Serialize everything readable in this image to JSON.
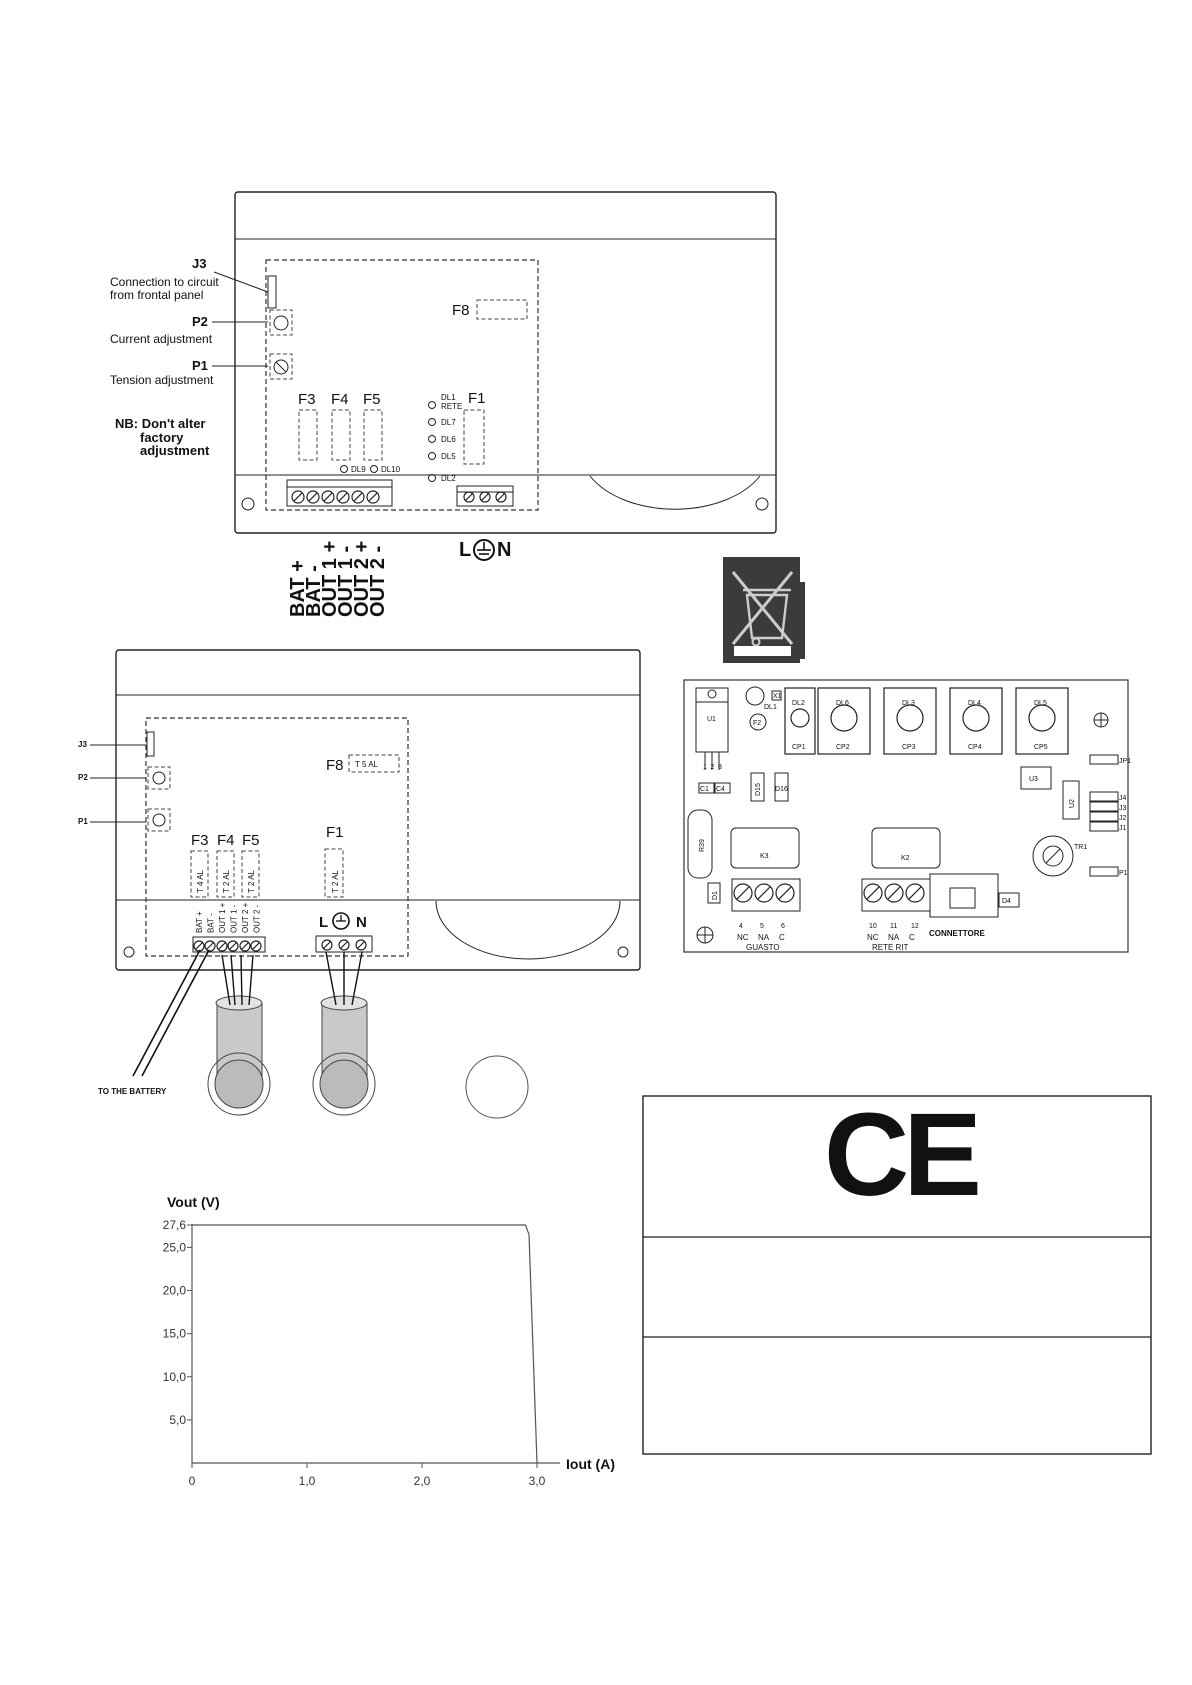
{
  "top_diagram": {
    "j3": {
      "code": "J3",
      "desc_line1": "Connection to circuit",
      "desc_line2": "from frontal panel"
    },
    "p2": {
      "code": "P2",
      "desc": "Current adjustment"
    },
    "p1": {
      "code": "P1",
      "desc": "Tension adjustment"
    },
    "nb": {
      "line1": "NB: Don't alter",
      "line2": "factory",
      "line3": "adjustment"
    },
    "fuses": {
      "f8": "F8",
      "f3": "F3",
      "f4": "F4",
      "f5": "F5",
      "f1": "F1"
    },
    "leds": {
      "dl1": "DL1",
      "rete": "RETE",
      "dl7": "DL7",
      "dl6": "DL6",
      "dl5": "DL5",
      "dl9": "DL9",
      "dl10": "DL10",
      "dl2": "DL2"
    },
    "terminals": [
      "BAT +",
      "BAT -",
      "OUT 1 +",
      "OUT 1 -",
      "OUT 2 +",
      "OUT 2 -"
    ],
    "mains": {
      "l": "L",
      "n": "N"
    }
  },
  "bottom_diagram": {
    "j3": "J3",
    "p2": "P2",
    "p1": "P1",
    "f8": "F8",
    "f8_value": "T 5 AL",
    "f3": "F3",
    "f4": "F4",
    "f5": "F5",
    "f1": "F1",
    "f3_value": "T 4 AL",
    "f4_value": "T 2 AL",
    "f5_value": "T 2 AL",
    "f1_value": "T 2 AL",
    "terminals": [
      "BAT +",
      "BAT -",
      "OUT 1 +",
      "OUT 1 -",
      "OUT 2 +",
      "OUT 2 -"
    ],
    "mains": {
      "l": "L",
      "n": "N"
    },
    "battery": "TO THE BATTERY"
  },
  "pcb": {
    "u1": "U1",
    "dl1": "DL1",
    "f2": "F2",
    "x1": "X1",
    "pins": [
      "1",
      "2",
      "3"
    ],
    "leds": [
      {
        "dl": "DL2",
        "cp": "CP1"
      },
      {
        "dl": "DL6",
        "cp": "CP2"
      },
      {
        "dl": "DL3",
        "cp": "CP3"
      },
      {
        "dl": "DL4",
        "cp": "CP4"
      },
      {
        "dl": "DL5",
        "cp": "CP5"
      }
    ],
    "c1": "C1",
    "c4": "C4",
    "d15": "D15",
    "d16": "D16",
    "u2": "U2",
    "u3": "U3",
    "jumpers": [
      "JP1",
      "J4",
      "J3",
      "J2",
      "J1",
      "P1"
    ],
    "r39": "R39",
    "k3": "K3",
    "k2": "K2",
    "tr1": "TR1",
    "d4": "D4",
    "d1": "D1",
    "guasto": {
      "nums": [
        "4",
        "5",
        "6"
      ],
      "labels": [
        "NC",
        "NA",
        "C"
      ],
      "name": "GUASTO"
    },
    "rete_rit": {
      "nums": [
        "10",
        "11",
        "12"
      ],
      "labels": [
        "NC",
        "NA",
        "C"
      ],
      "name": "RETE RIT"
    },
    "connettore": "CONNETTORE"
  },
  "ce": {
    "mark": "CE"
  },
  "chart_data": {
    "type": "line",
    "ylabel": "Vout (V)",
    "xlabel": "Iout (A)",
    "x_ticks": [
      "0",
      "1,0",
      "2,0",
      "3,0"
    ],
    "y_ticks": [
      "5,0",
      "10,0",
      "15,0",
      "20,0",
      "25,0",
      "27,6"
    ],
    "xlim": [
      0,
      3.0
    ],
    "ylim": [
      0,
      27.6
    ],
    "series": [
      {
        "x": [
          0,
          2.9,
          2.93,
          3.0
        ],
        "y": [
          27.6,
          27.6,
          26.5,
          0
        ]
      }
    ]
  }
}
